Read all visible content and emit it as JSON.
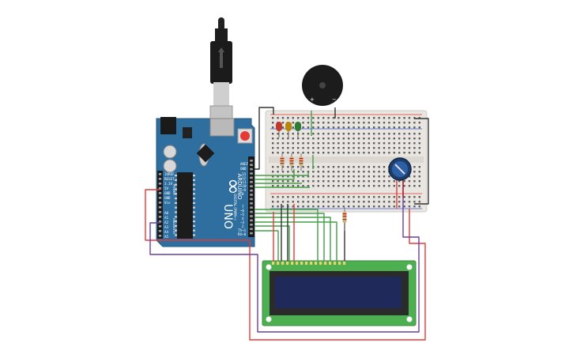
{
  "board": {
    "brand": "ARDUINO",
    "model": "UNO",
    "logo": "∞",
    "pin_labels": {
      "aref": "AREF",
      "gnd": "GND",
      "digital_title": "DIGITAL (PWM~)",
      "d13": "13",
      "d12": "12",
      "d11": "~11",
      "d10": "~10",
      "d9": "~9",
      "d8": "8",
      "d7": "7",
      "d6": "~6",
      "d5": "~5",
      "d4": "4",
      "d3": "~3",
      "d2": "2",
      "tx": "TX→1",
      "rx": "RX←0",
      "ioref": "IOREF",
      "reset": "RESET",
      "v33": "3.3V",
      "v5": "5V",
      "gnd1": "GND",
      "gnd2": "GND",
      "vin": "Vin",
      "analog_title": "ANALOG IN",
      "a0": "A0",
      "a1": "A1",
      "a2": "A2",
      "a3": "A3",
      "a4": "A4",
      "a5": "A5",
      "power_title": "POWER"
    }
  },
  "buzzer": {
    "plus": "+",
    "minus": "−"
  },
  "colors": {
    "board_blue": "#2f6f9f",
    "wire_red": "#e53935",
    "wire_black": "#333333",
    "wire_green": "#43a047",
    "wire_purple": "#6a3fa0",
    "wire_dark_red": "#b71c1c",
    "breadboard": "#e9e6e1",
    "lcd_pcb": "#4caf50",
    "lcd_screen": "#1f2a5a"
  }
}
